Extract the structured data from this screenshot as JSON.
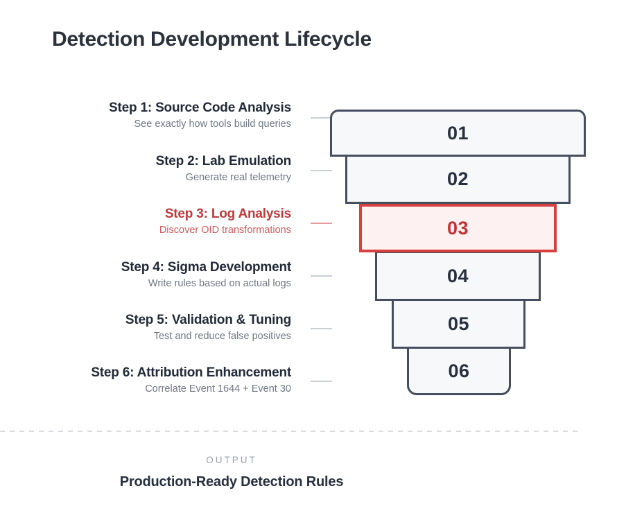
{
  "title": "Detection Development Lifecycle",
  "steps": [
    {
      "number": "01",
      "title": "Step 1: Source Code Analysis",
      "subtitle": "See exactly how tools build queries",
      "highlighted": false
    },
    {
      "number": "02",
      "title": "Step 2: Lab Emulation",
      "subtitle": "Generate real telemetry",
      "highlighted": false
    },
    {
      "number": "03",
      "title": "Step 3: Log Analysis",
      "subtitle": "Discover OID transformations",
      "highlighted": true
    },
    {
      "number": "04",
      "title": "Step 4: Sigma Development",
      "subtitle": "Write rules based on actual logs",
      "highlighted": false
    },
    {
      "number": "05",
      "title": "Step 5: Validation & Tuning",
      "subtitle": "Test and reduce false positives",
      "highlighted": false
    },
    {
      "number": "06",
      "title": "Step 6: Attribution Enhancement",
      "subtitle": "Correlate Event 1644 + Event 30",
      "highlighted": false
    }
  ],
  "output": {
    "label": "OUTPUT",
    "value": "Production-Ready Detection Rules"
  },
  "colors": {
    "accent_red_border": "#d84040",
    "accent_red_text": "#c0393b",
    "accent_red_fill": "#fdf2f1",
    "block_border": "#454e5e",
    "block_fill": "#f7f8fa",
    "title_text": "#212a38",
    "subtitle_text": "#6f7683",
    "muted_label": "#9aa1ab"
  }
}
